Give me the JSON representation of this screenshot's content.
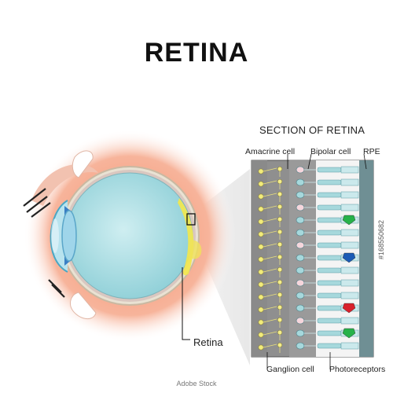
{
  "title": "RETINA",
  "section_title": "SECTION OF RETINA",
  "labels": {
    "amacrine": "Amacrine cell",
    "bipolar": "Bipolar cell",
    "rpe": "RPE",
    "ganglion": "Ganglion cell",
    "photoreceptors": "Photoreceptors",
    "retina": "Retina"
  },
  "watermark": "Adobe Stock",
  "stock_id": "#168550682",
  "colors": {
    "glow": "#f6a98c",
    "vitreous": "#a9dde3",
    "retina_yellow": "#f3e84a",
    "section_gray": "#8f8f8f",
    "rod_blue": "#a6d8dc",
    "cone_green": "#27b24a",
    "cone_blue": "#1c5bb5",
    "cone_red": "#d8202b"
  }
}
